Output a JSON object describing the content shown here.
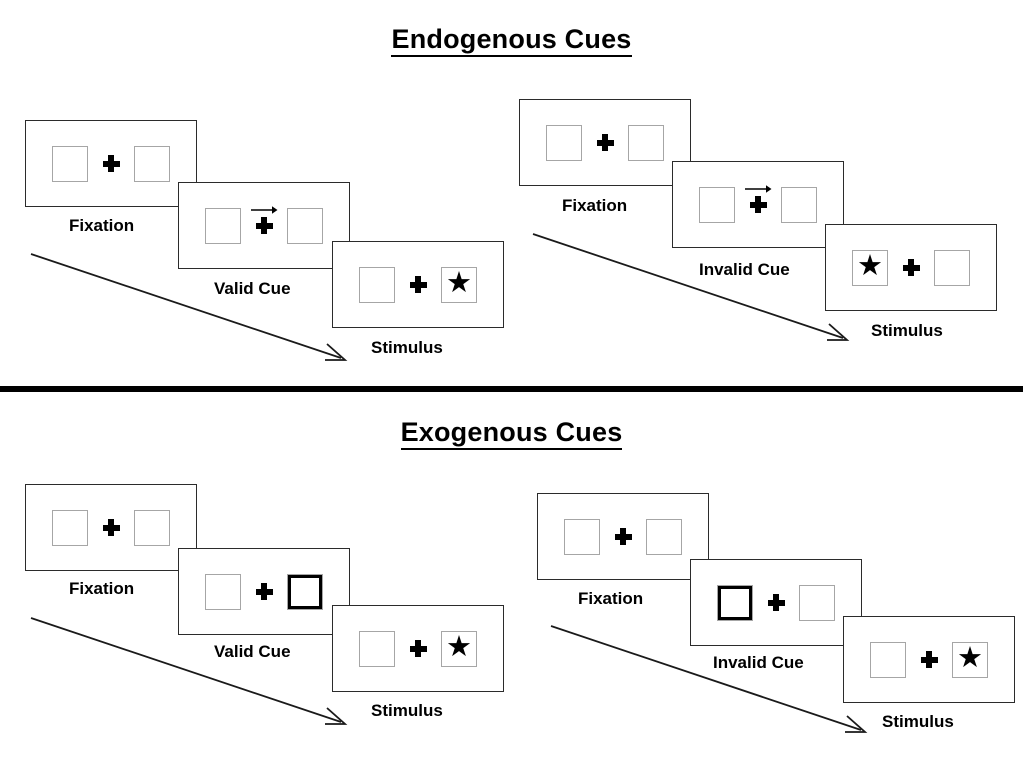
{
  "sections": [
    {
      "title": "Endogenous Cues",
      "cue_type": "arrow",
      "conditions": [
        {
          "name": "valid",
          "frames": [
            {
              "label": "Fixation",
              "left_box": "empty",
              "right_box": "empty",
              "centre": "plus"
            },
            {
              "label": "Valid Cue",
              "left_box": "empty",
              "right_box": "empty",
              "centre": "plus-with-right-arrow"
            },
            {
              "label": "Stimulus",
              "left_box": "empty",
              "right_box": "star",
              "centre": "plus"
            }
          ]
        },
        {
          "name": "invalid",
          "frames": [
            {
              "label": "Fixation",
              "left_box": "empty",
              "right_box": "empty",
              "centre": "plus"
            },
            {
              "label": "Invalid Cue",
              "left_box": "empty",
              "right_box": "empty",
              "centre": "plus-with-right-arrow"
            },
            {
              "label": "Stimulus",
              "left_box": "star",
              "right_box": "empty",
              "centre": "plus"
            }
          ]
        }
      ]
    },
    {
      "title": "Exogenous Cues",
      "cue_type": "box-flash",
      "conditions": [
        {
          "name": "valid",
          "frames": [
            {
              "label": "Fixation",
              "left_box": "empty",
              "right_box": "empty",
              "centre": "plus"
            },
            {
              "label": "Valid Cue",
              "left_box": "empty",
              "right_box": "highlighted",
              "centre": "plus"
            },
            {
              "label": "Stimulus",
              "left_box": "empty",
              "right_box": "star",
              "centre": "plus"
            }
          ]
        },
        {
          "name": "invalid",
          "frames": [
            {
              "label": "Fixation",
              "left_box": "empty",
              "right_box": "empty",
              "centre": "plus"
            },
            {
              "label": "Invalid Cue",
              "left_box": "highlighted",
              "right_box": "empty",
              "centre": "plus"
            },
            {
              "label": "Stimulus",
              "left_box": "empty",
              "right_box": "star",
              "centre": "plus"
            }
          ]
        }
      ]
    }
  ],
  "labels": {
    "endo_valid_fixation": "Fixation",
    "endo_valid_cue": "Valid Cue",
    "endo_valid_stimulus": "Stimulus",
    "endo_invalid_fixation": "Fixation",
    "endo_invalid_cue": "Invalid Cue",
    "endo_invalid_stimulus": "Stimulus",
    "exo_valid_fixation": "Fixation",
    "exo_valid_cue": "Valid Cue",
    "exo_valid_stimulus": "Stimulus",
    "exo_invalid_fixation": "Fixation",
    "exo_invalid_cue": "Invalid Cue",
    "exo_invalid_stimulus": "Stimulus"
  },
  "titles": {
    "endogenous": "Endogenous Cues",
    "exogenous": "Exogenous Cues"
  },
  "glyphs": {
    "star": "★"
  },
  "colors": {
    "frame_border": "#2b2b2b",
    "box_border": "#a6a6a6",
    "cue_highlight": "#000000",
    "text": "#000000",
    "background": "#ffffff",
    "divider": "#000000"
  }
}
